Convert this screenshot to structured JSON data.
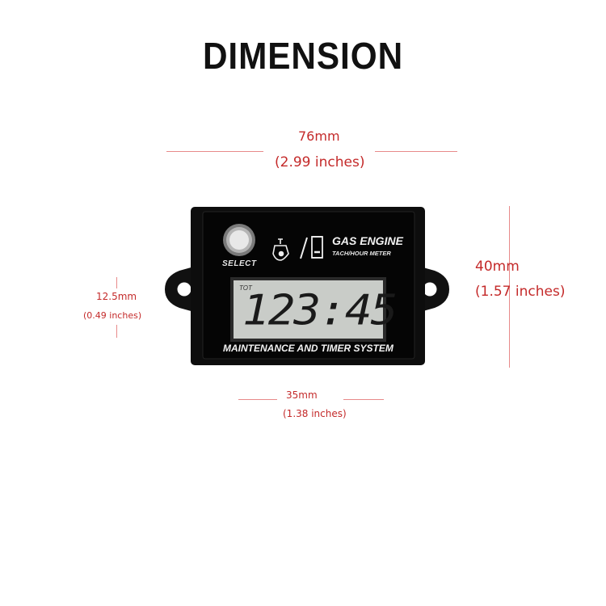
{
  "title": "DIMENSION",
  "dimensions": {
    "width": {
      "value": "76mm",
      "inches": "(2.99 inches)"
    },
    "height": {
      "value": "40mm",
      "inches": "(1.57 inches)"
    },
    "hole_spacing": {
      "value": "12.5mm",
      "inches": "(0.49 inches)"
    },
    "display_width": {
      "value": "35mm",
      "inches": "(1.38 inches)"
    }
  },
  "device": {
    "select_label": "SELECT",
    "brand": "GAS ENGINE",
    "subtitle": "TACH/HOUR METER",
    "lcd_indicator": "TOT",
    "lcd_value": "123:45",
    "footer": "MAINTENANCE AND TIMER SYSTEM"
  },
  "colors": {
    "dimension_text": "#c42a2a",
    "dimension_line": "#e88a8a",
    "device_body": "#0d0d0d",
    "lcd_background": "#c9ccc8"
  },
  "icons": [
    "engine-oil-icon",
    "hourglass-icon"
  ]
}
